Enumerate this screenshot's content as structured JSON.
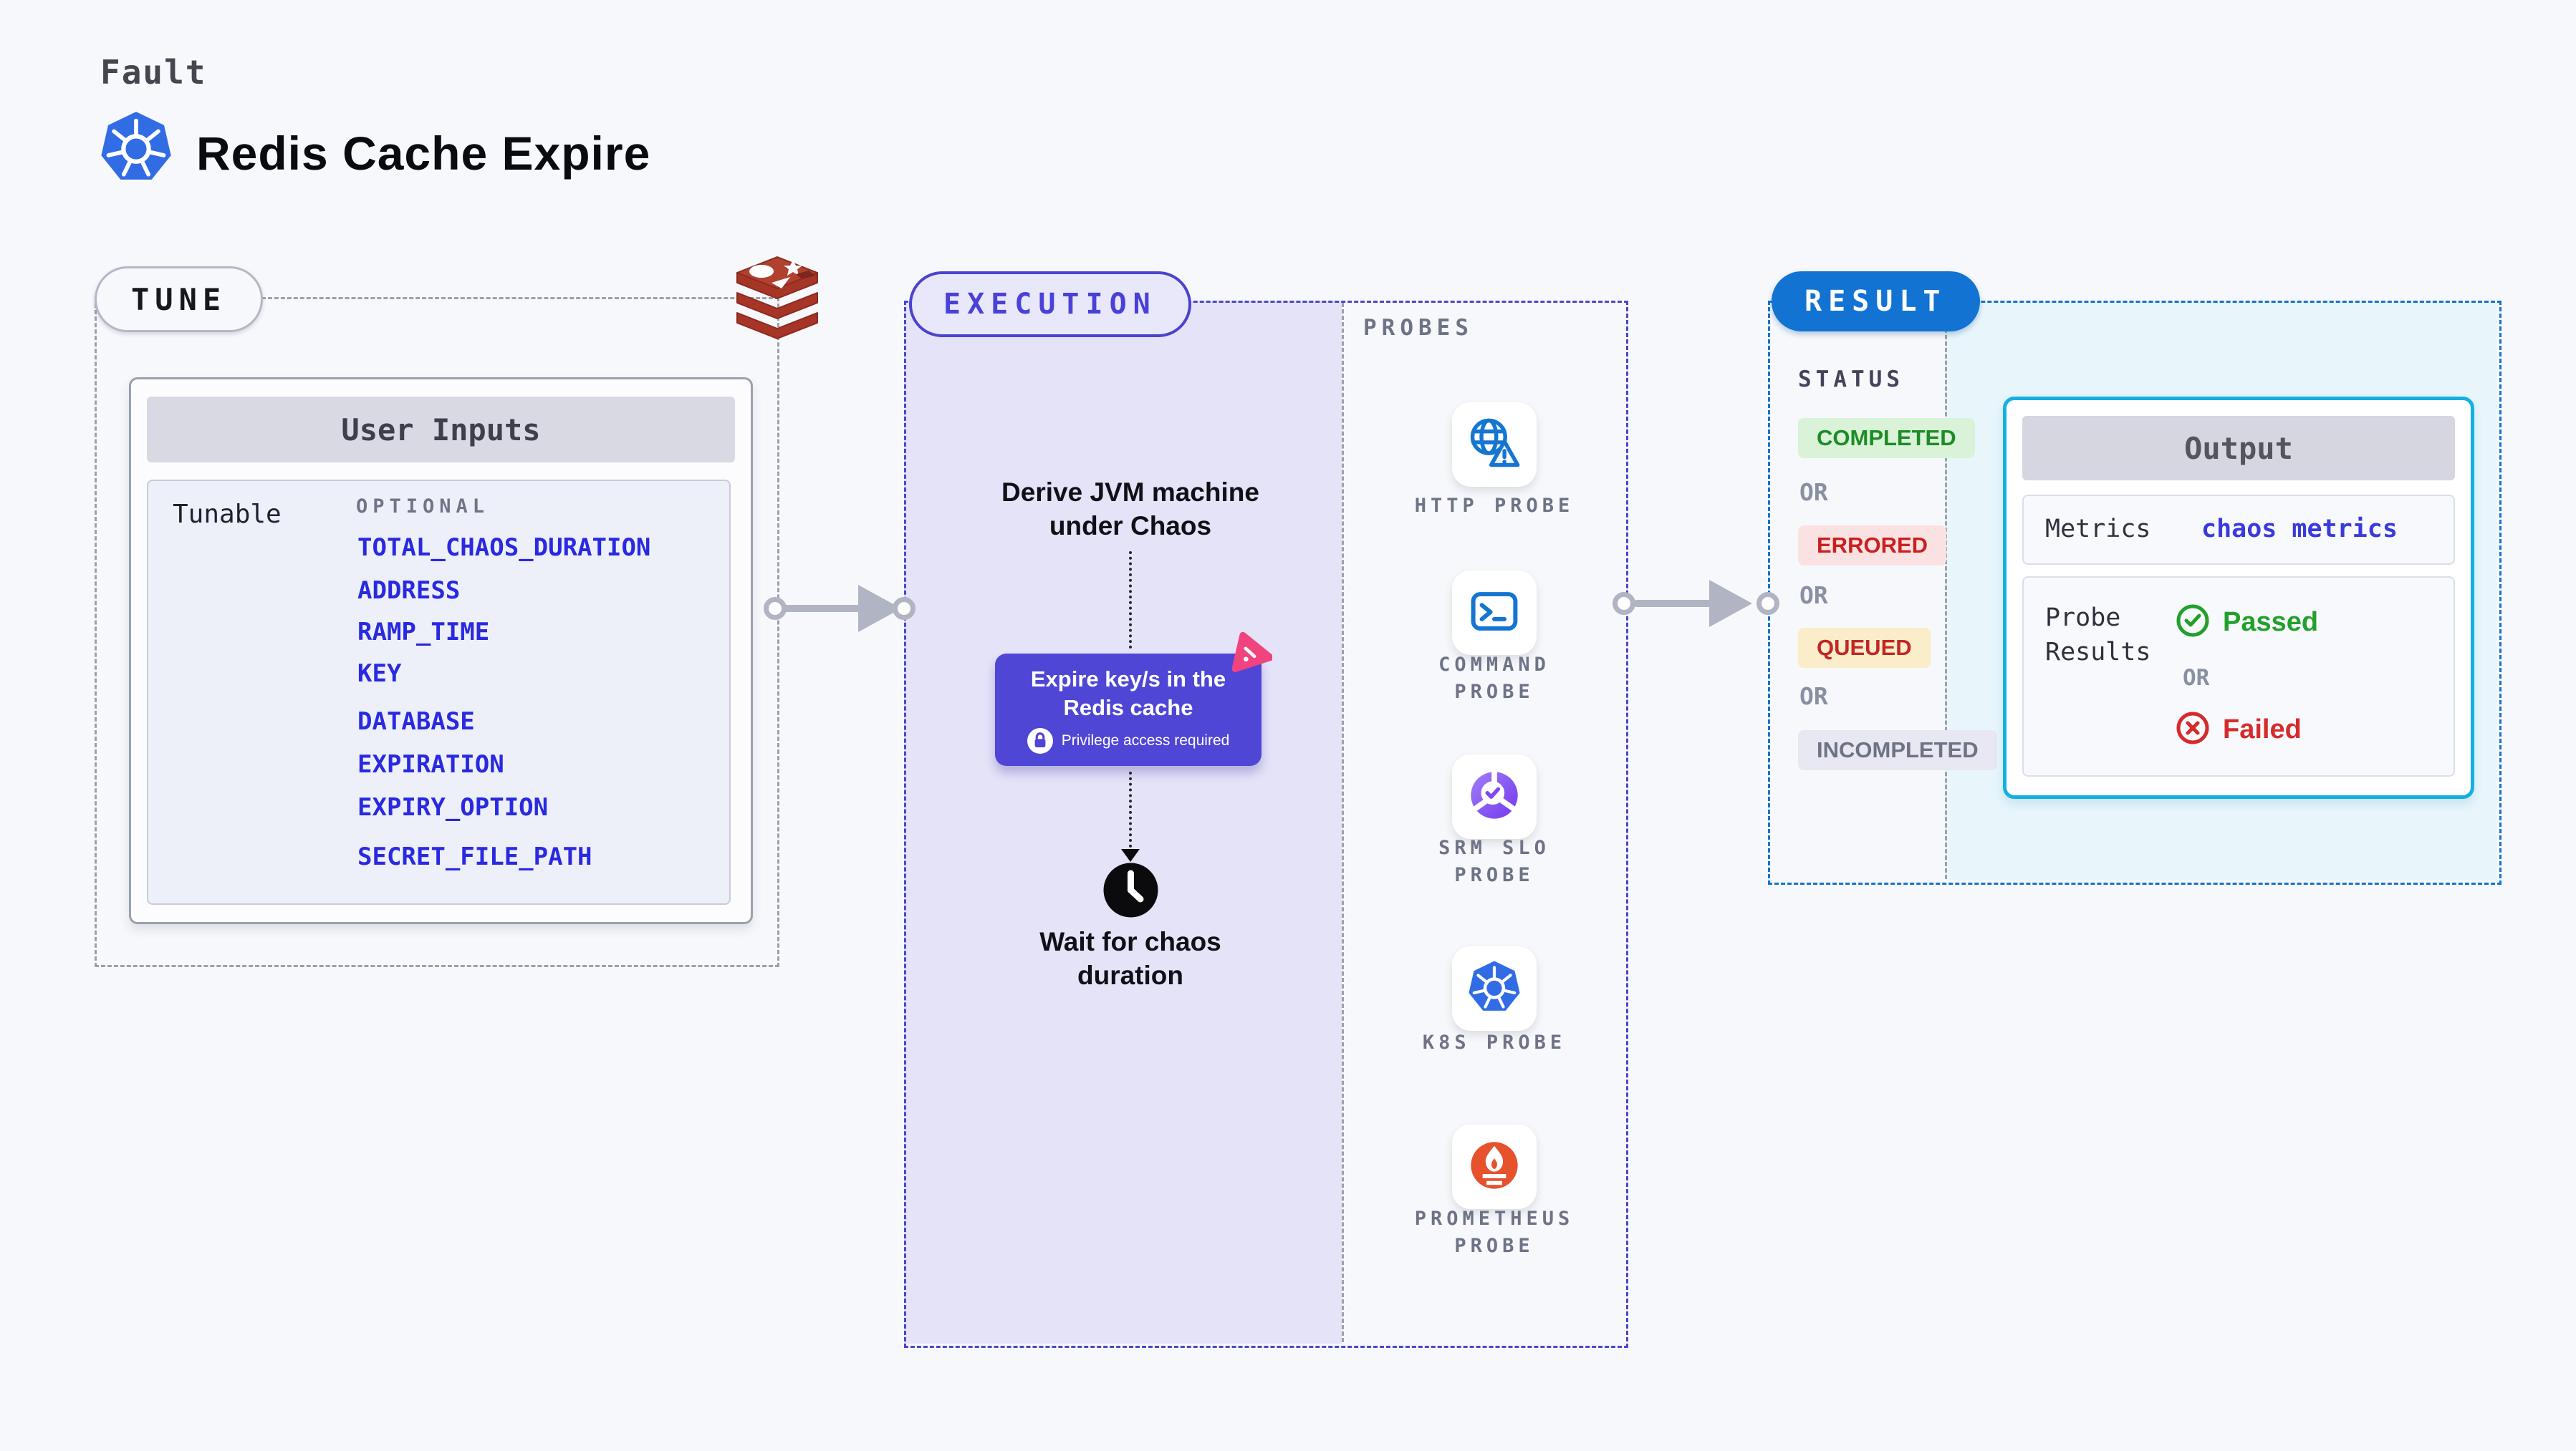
{
  "header": {
    "kicker": "Fault",
    "title": "Redis Cache Expire",
    "icon": "kubernetes-icon"
  },
  "tune": {
    "pill": "TUNE",
    "target_icon": "redis-icon",
    "user_inputs_title": "User Inputs",
    "tunable_label": "Tunable",
    "optional_label": "OPTIONAL",
    "params": [
      "TOTAL_CHAOS_DURATION",
      "ADDRESS",
      "RAMP_TIME",
      "KEY",
      "DATABASE",
      "EXPIRATION",
      "EXPIRY_OPTION",
      "SECRET_FILE_PATH"
    ]
  },
  "execution": {
    "pill": "EXECUTION",
    "derive": [
      "Derive JVM machine",
      "under Chaos"
    ],
    "action": [
      "Expire key/s in the",
      "Redis cache"
    ],
    "action_icons": [
      "lock-icon",
      "chaos-logo-icon"
    ],
    "privilege_note": "Privilege access required",
    "wait_icon": "clock-icon",
    "wait": [
      "Wait for chaos",
      "duration"
    ]
  },
  "probes": {
    "title": "PROBES",
    "items": [
      {
        "icon": "globe-alert-icon",
        "lines": [
          "HTTP PROBE",
          ""
        ]
      },
      {
        "icon": "terminal-icon",
        "lines": [
          "COMMAND",
          "PROBE"
        ]
      },
      {
        "icon": "slo-donut-check-icon",
        "lines": [
          "SRM SLO",
          "PROBE"
        ]
      },
      {
        "icon": "kubernetes-icon",
        "lines": [
          "K8S PROBE",
          ""
        ]
      },
      {
        "icon": "prometheus-flame-icon",
        "lines": [
          "PROMETHEUS",
          "PROBE"
        ]
      }
    ]
  },
  "result": {
    "pill": "RESULT",
    "status_label": "STATUS",
    "or_label": "OR",
    "statuses": [
      {
        "label": "COMPLETED",
        "text_color": "#1d8c26",
        "bg_color": "#d9f2d8"
      },
      {
        "label": "ERRORED",
        "text_color": "#c92020",
        "bg_color": "#fbe2e2"
      },
      {
        "label": "QUEUED",
        "text_color": "#c42525",
        "bg_color": "#f9eec9"
      },
      {
        "label": "INCOMPLETED",
        "text_color": "#6e7386",
        "bg_color": "#e7e8f1"
      }
    ],
    "output": {
      "title": "Output",
      "metrics_label": "Metrics",
      "metrics_value": "chaos metrics",
      "probe_results_lines": [
        "Probe",
        "Results"
      ],
      "passed_label": "Passed",
      "passed_icon": "check-circle-icon",
      "failed_label": "Failed",
      "failed_icon": "x-circle-icon"
    }
  },
  "colors": {
    "page_bg": "#f7f8fb",
    "param_blue": "#2929e2",
    "execution_indigo": "#4b46cf",
    "action_box_indigo": "#4f46d6",
    "lavender_fill": "#e4e3f8",
    "result_blue": "#1273d2",
    "cyan_panel": "#e8f6fc",
    "output_border_cyan": "#14b0e4",
    "passed_green": "#22a02c",
    "failed_red": "#d62b2b",
    "arrow_gray": "#b1b4c3",
    "kubernetes_blue": "#326ce5",
    "probe_icon_blue": "#1476d1",
    "srm_purple": "#7b3df0",
    "prometheus_orange": "#e6522c",
    "redis_red": "#a63527",
    "chaos_pink": "#f1437d"
  }
}
